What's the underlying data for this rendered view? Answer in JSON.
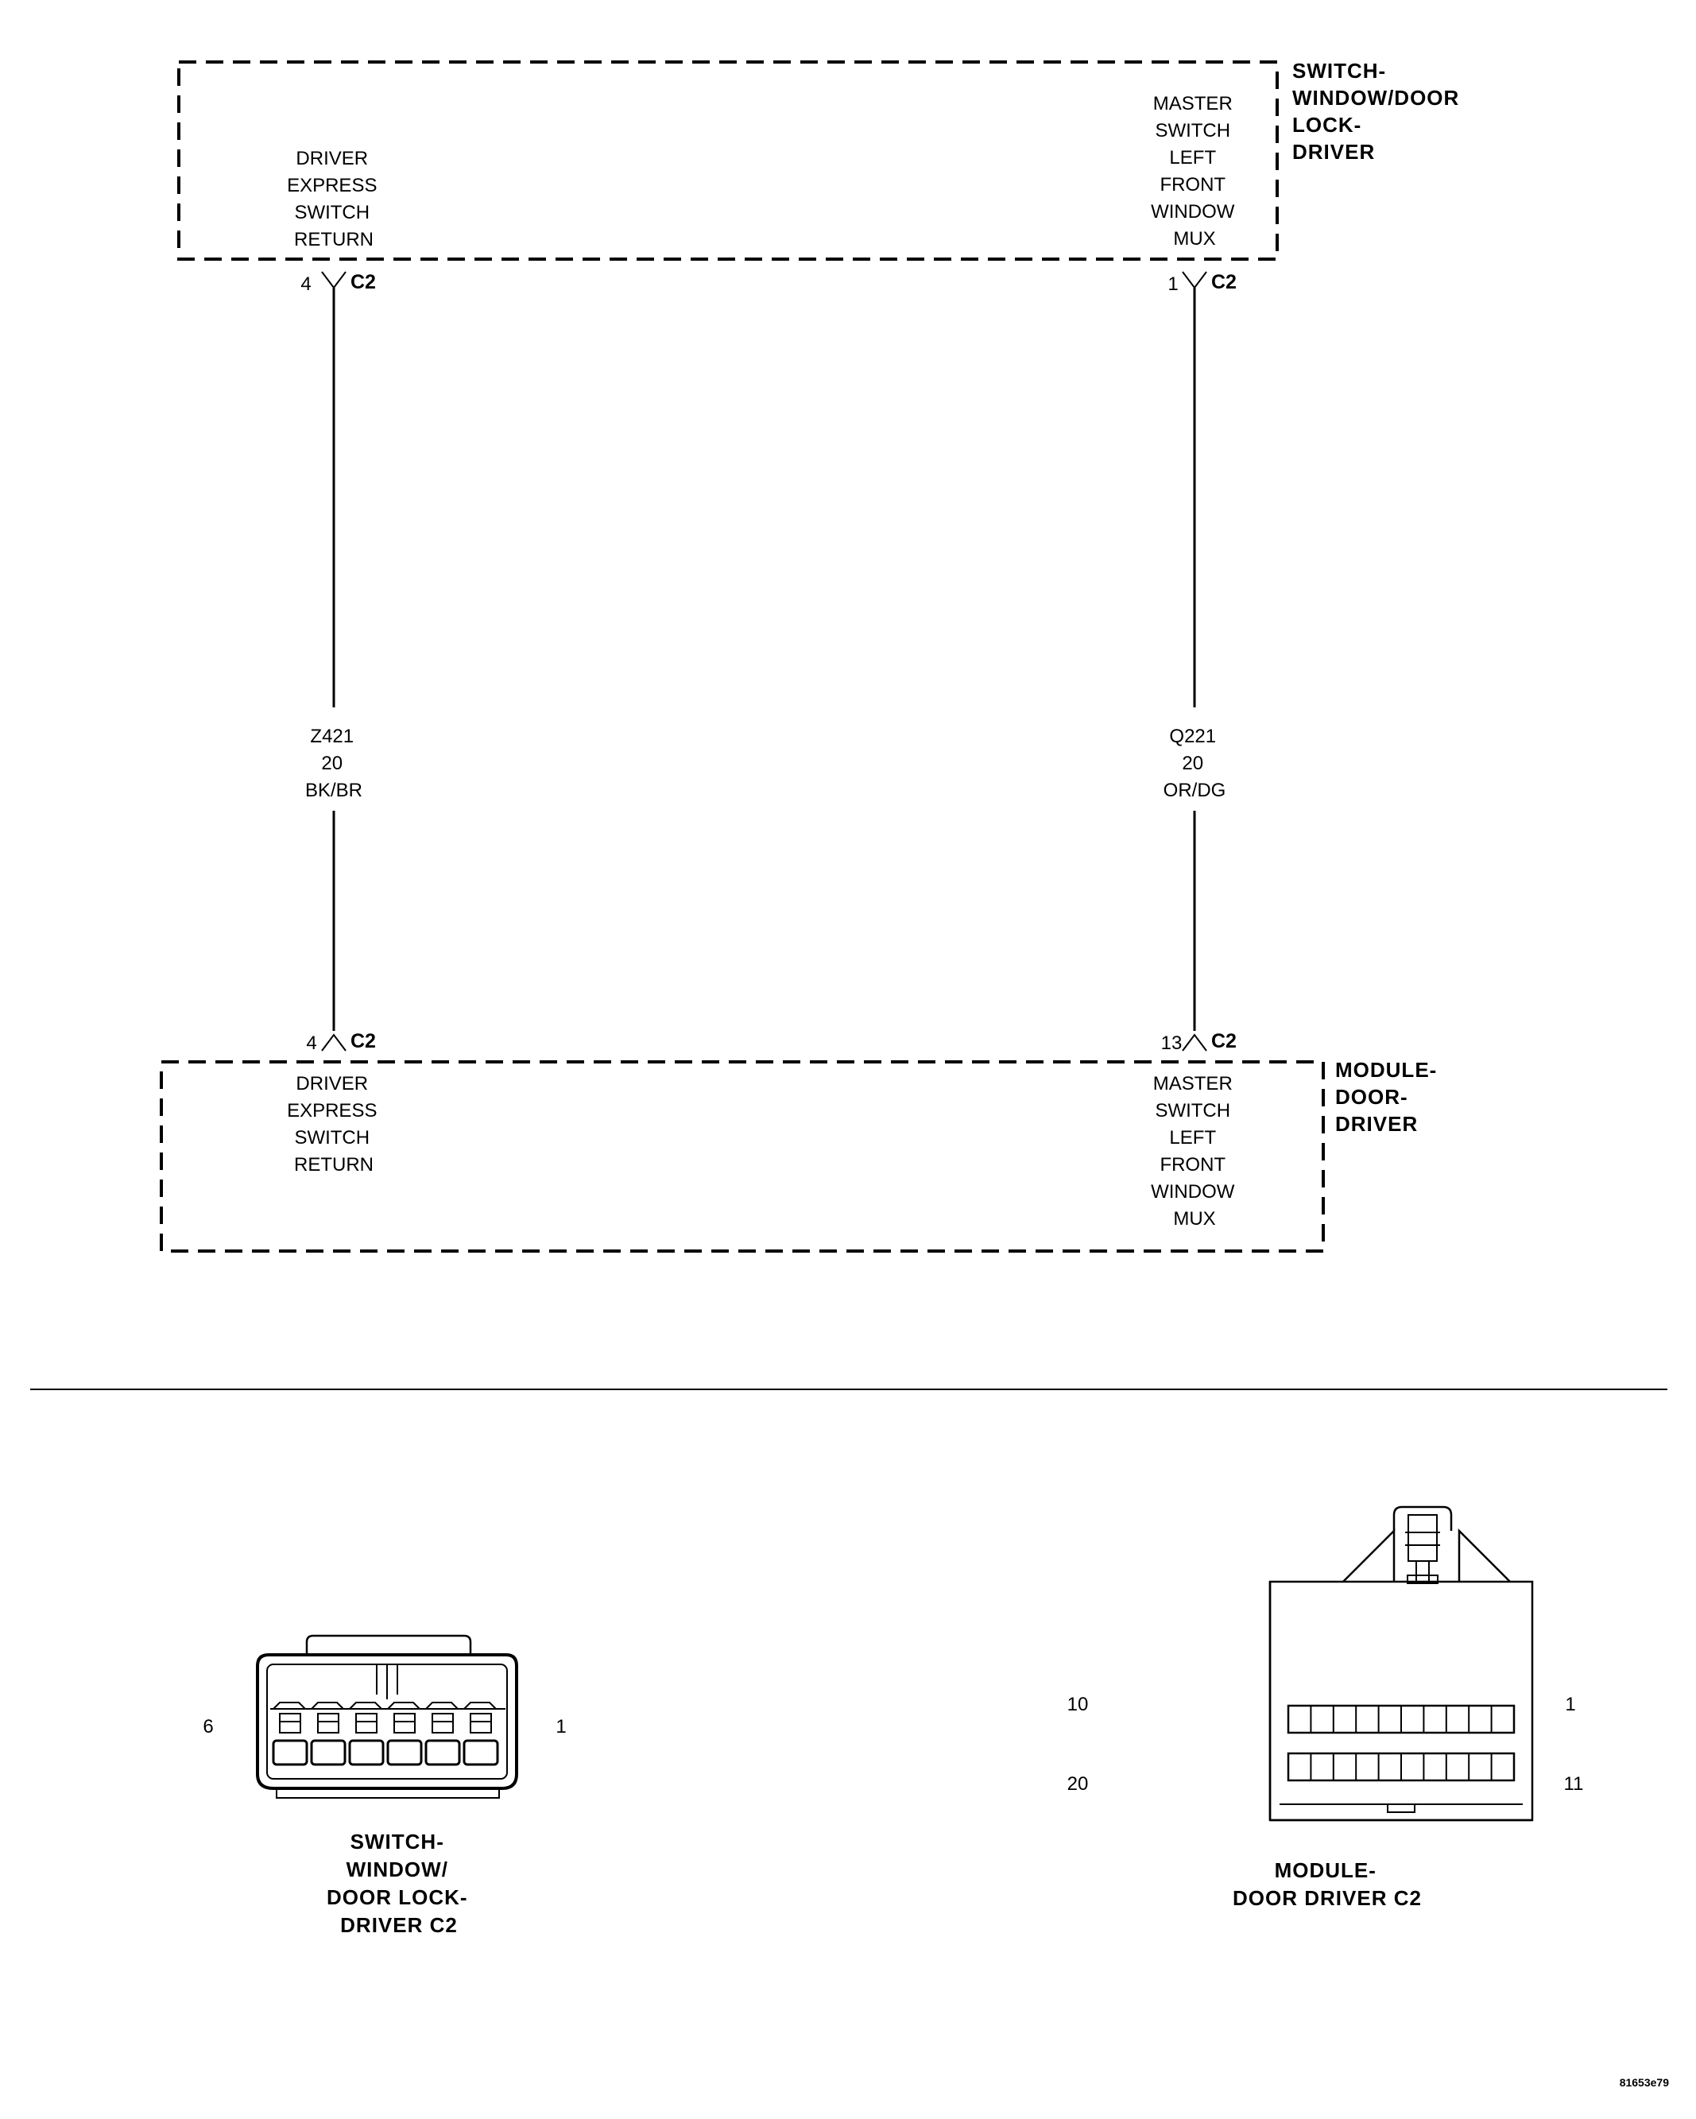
{
  "switch_component": {
    "name_lines": [
      "SWITCH-",
      "WINDOW/DOOR",
      "LOCK-",
      "DRIVER"
    ],
    "left_circuit_lines": [
      "DRIVER",
      "EXPRESS",
      "SWITCH",
      "RETURN"
    ],
    "right_circuit_lines": [
      "MASTER",
      "SWITCH",
      "LEFT",
      "FRONT",
      "WINDOW",
      "MUX"
    ],
    "left_pin": "4",
    "right_pin": "1",
    "connector": "C2"
  },
  "module_component": {
    "name_lines": [
      "MODULE-",
      "DOOR-",
      "DRIVER"
    ],
    "left_circuit_lines": [
      "DRIVER",
      "EXPRESS",
      "SWITCH",
      "RETURN"
    ],
    "right_circuit_lines": [
      "MASTER",
      "SWITCH",
      "LEFT",
      "FRONT",
      "WINDOW",
      "MUX"
    ],
    "left_pin": "4",
    "right_pin": "13",
    "connector": "C2"
  },
  "wires": [
    {
      "code": "Z421",
      "gauge": "20",
      "color": "BK/BR"
    },
    {
      "code": "Q221",
      "gauge": "20",
      "color": "OR/DG"
    }
  ],
  "switch_connector_view": {
    "pin_left": "6",
    "pin_right": "1",
    "caption_lines": [
      "SWITCH-",
      "WINDOW/",
      "DOOR LOCK-",
      "DRIVER C2"
    ]
  },
  "module_connector_view": {
    "pin_top_left": "10",
    "pin_top_right": "1",
    "pin_bottom_left": "20",
    "pin_bottom_right": "11",
    "caption_lines": [
      "MODULE-",
      "DOOR DRIVER C2"
    ]
  },
  "figure_id": "81653e79"
}
